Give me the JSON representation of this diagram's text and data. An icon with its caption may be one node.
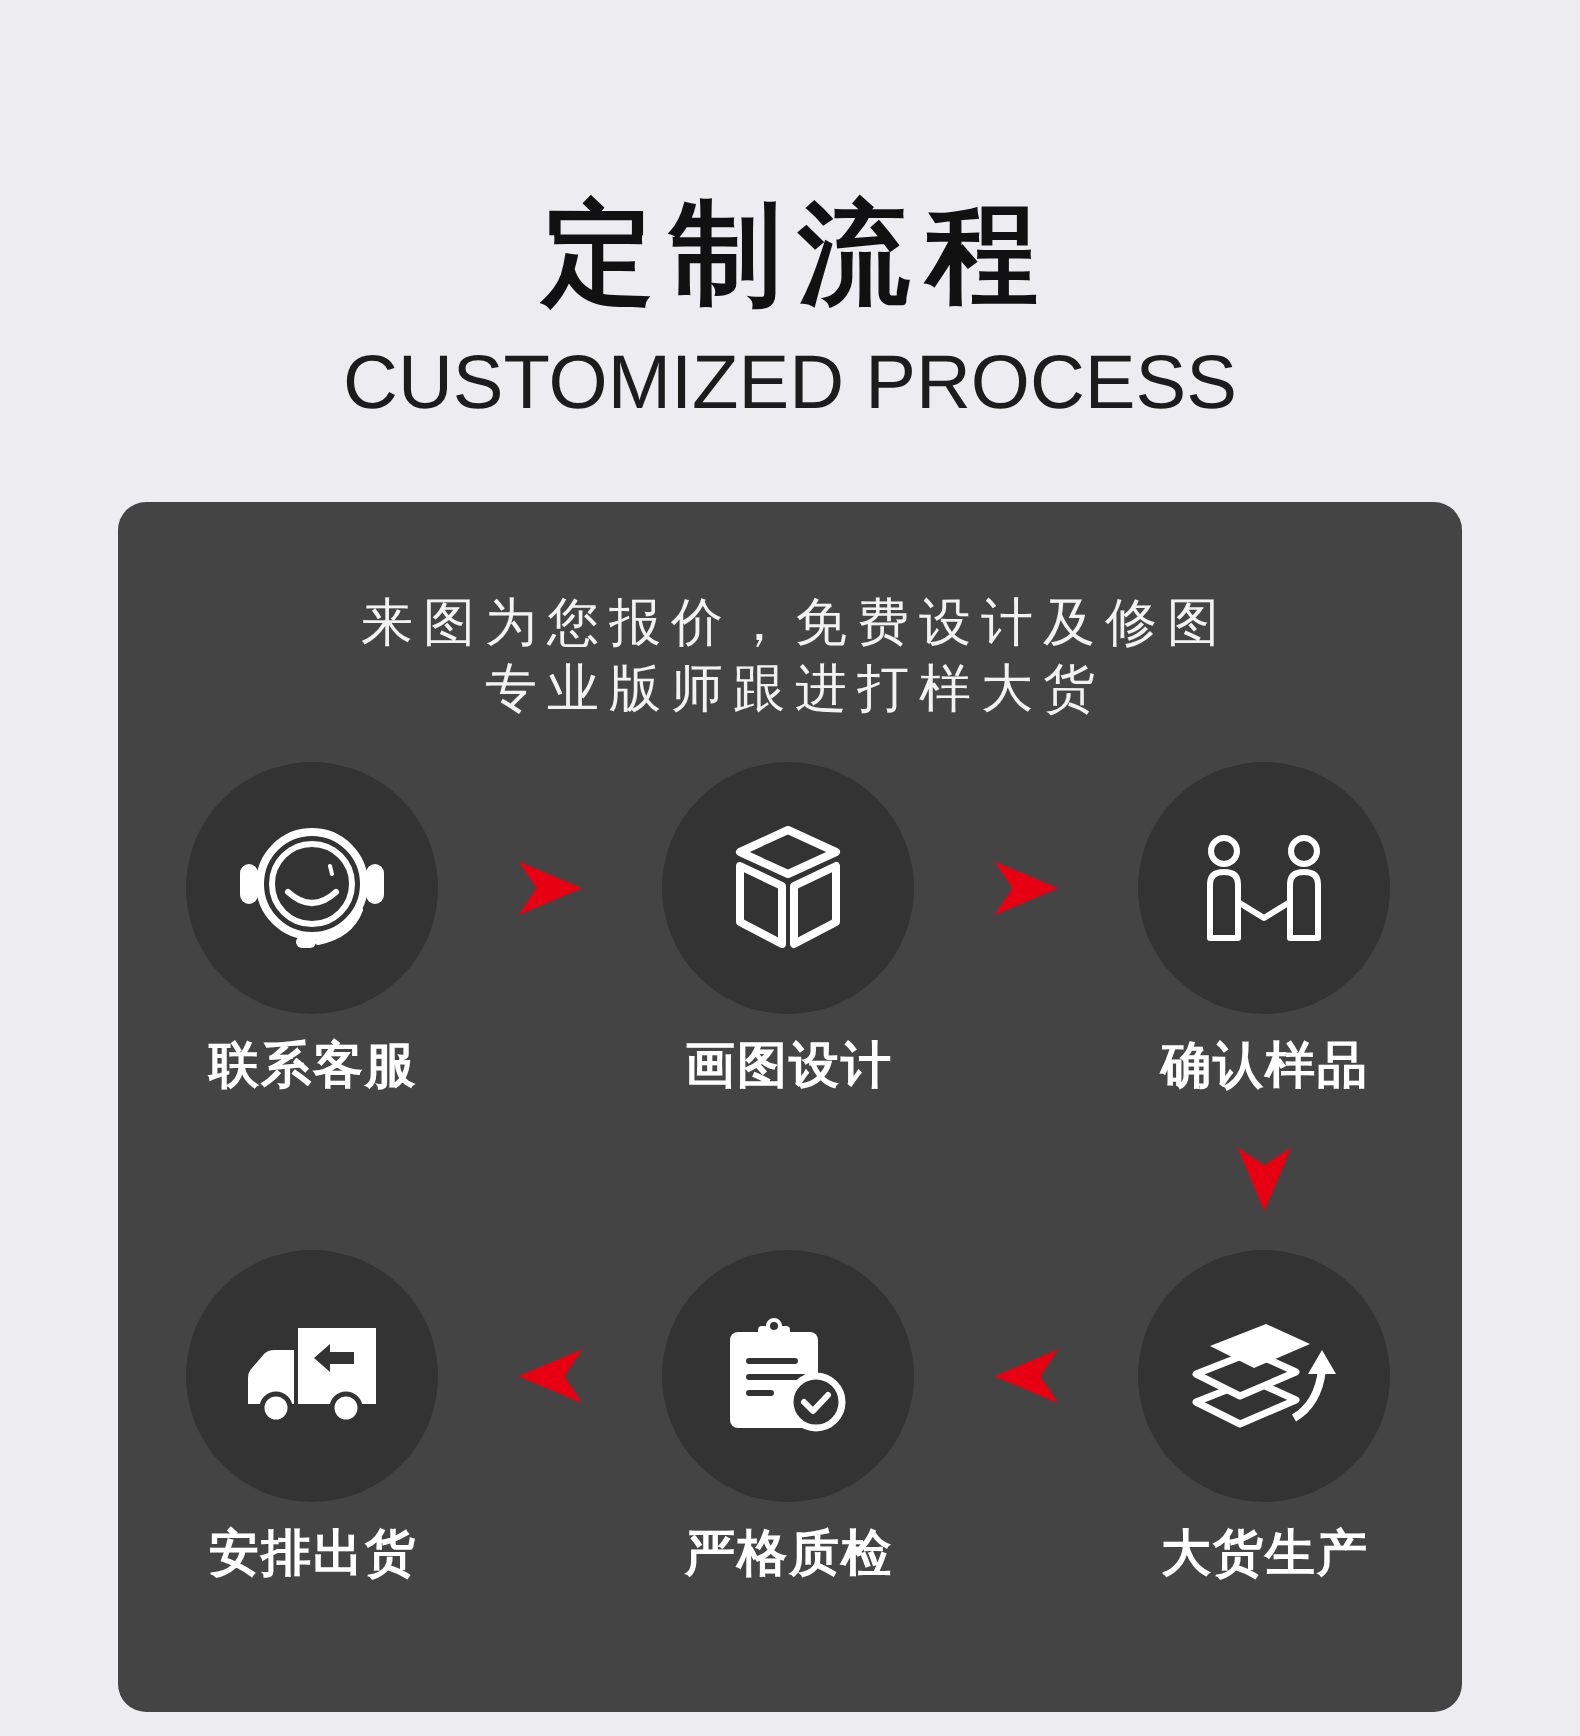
{
  "diagram": {
    "title": "定制流程",
    "nodes": [
      {
        "text": [
          "来图为您报价，免费设计及修图",
          "专业版师跟进打样大货"
        ]
      },
      {
        "text": [
          "联系客服"
        ],
        "in": 0
      },
      {
        "text": [
          "画图设计"
        ],
        "in": 0
      },
      {
        "text": [
          "确认样品"
        ],
        "in": 0
      },
      {
        "text": [
          "安排出货"
        ],
        "in": 0
      },
      {
        "text": [
          "严格质检"
        ],
        "in": 0
      },
      {
        "text": [
          "大货生产"
        ],
        "in": 0
      }
    ],
    "edges": [
      {
        "from": 1,
        "to": 2,
        "arrow": "to"
      },
      {
        "from": 2,
        "to": 3,
        "arrow": "to"
      },
      {
        "from": 3,
        "to": 6,
        "arrow": "to"
      },
      {
        "from": 6,
        "to": 5,
        "arrow": "to"
      },
      {
        "from": 5,
        "to": 4,
        "arrow": "to"
      }
    ],
    "labels": [
      "CUSTOMIZED PROCESS"
    ]
  }
}
